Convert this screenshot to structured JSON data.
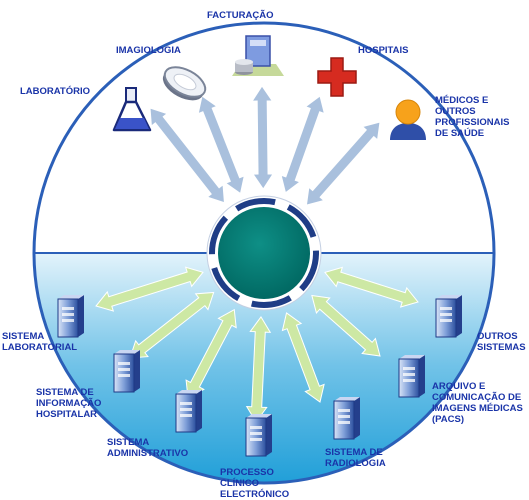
{
  "top_nodes": [
    {
      "label": "LABORATÓRIO",
      "icon": "flask-icon"
    },
    {
      "label": "IMAGIOLOGIA",
      "icon": "film-disc-icon"
    },
    {
      "label": "FACTURAÇÃO",
      "icon": "billing-icon"
    },
    {
      "label": "HOSPITAIS",
      "icon": "red-cross-icon"
    },
    {
      "label": "MÉDICOS E\nOUTROS\nPROFISSIONAIS\nDE SAÚDE",
      "icon": "person-icon"
    }
  ],
  "bottom_nodes": [
    {
      "label": "SISTEMA\nLABORATORIAL",
      "icon": "server-icon"
    },
    {
      "label": "SISTEMA DE\nINFORMAÇÃO\nHOSPITALAR",
      "icon": "server-icon"
    },
    {
      "label": "SISTEMA\nADMINISTRATIVO",
      "icon": "server-icon"
    },
    {
      "label": "PROCESSO\nCLÍNICO\nELECTRÓNICO",
      "icon": "server-icon"
    },
    {
      "label": "SISTEMA DE\nRADIOLOGIA",
      "icon": "server-icon"
    },
    {
      "label": "ARQUIVO E\nCOMUNICAÇÃO DE\nIMAGENS MÉDICAS\n(PACS)",
      "icon": "server-icon"
    },
    {
      "label": "OUTROS\nSISTEMAS",
      "icon": "server-icon"
    }
  ],
  "colors": {
    "label_text": "#1a34a8",
    "circle_outline": "#2b5fb8",
    "hub_fill": "#007a73",
    "top_arrow": "#a9c0dd",
    "bottom_arrow": "#cde8a4",
    "cross": "#d62b20"
  }
}
